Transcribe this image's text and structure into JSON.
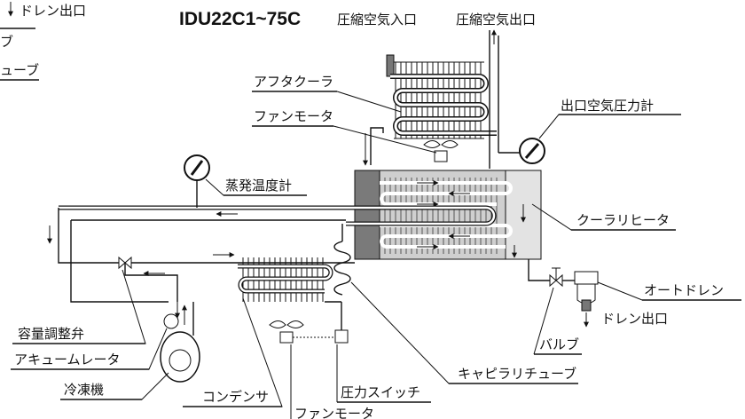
{
  "title": "IDU22C1~75C",
  "labels": {
    "inlet": "圧縮空気入口",
    "outlet": "圧縮空気出口",
    "aftercooler": "アフタクーラ",
    "fan_motor_top": "ファンモータ",
    "outlet_gauge": "出口空気圧力計",
    "evap_gauge": "蒸発温度計",
    "cooler_reheater": "クーラリヒータ",
    "auto_drain": "オートドレン",
    "drain_outlet_right": "ドレン出口",
    "valve": "バルブ",
    "capacity_valve": "容量調整弁",
    "accumulator": "アキュームレータ",
    "refrigerator": "冷凍機",
    "condenser": "コンデンサ",
    "pressure_switch": "圧力スイッチ",
    "capillary_tube": "キャピラリチューブ",
    "fan_motor_bottom": "ファンモータ",
    "drain_outlet_left": "ドレン出口",
    "left_cut_1": "ブ",
    "left_cut_2": "ューブ"
  }
}
